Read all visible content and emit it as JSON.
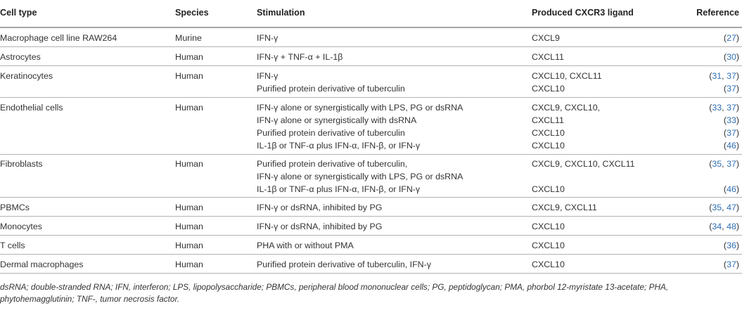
{
  "headers": {
    "cell_type": "Cell type",
    "species": "Species",
    "stimulation": "Stimulation",
    "ligand": "Produced CXCR3 ligand",
    "reference": "Reference"
  },
  "groups": [
    {
      "cell_type": "Macrophage cell line RAW264",
      "species": "Murine",
      "rows": [
        {
          "stimulation": "IFN-γ",
          "ligand": "CXCL9",
          "refs": [
            "27"
          ]
        }
      ]
    },
    {
      "cell_type": "Astrocytes",
      "species": "Human",
      "rows": [
        {
          "stimulation": "IFN-γ + TNF-α + IL-1β",
          "ligand": "CXCL11",
          "refs": [
            "30"
          ]
        }
      ]
    },
    {
      "cell_type": "Keratinocytes",
      "species": "Human",
      "rows": [
        {
          "stimulation": "IFN-γ",
          "ligand": "CXCL10, CXCL11",
          "refs": [
            "31",
            "37"
          ]
        },
        {
          "stimulation": "Purified protein derivative of tuberculin",
          "ligand": "CXCL10",
          "refs": [
            "37"
          ]
        }
      ]
    },
    {
      "cell_type": "Endothelial cells",
      "species": "Human",
      "rows": [
        {
          "stimulation": "IFN-γ alone or synergistically with LPS, PG or dsRNA",
          "ligand": "CXCL9, CXCL10,",
          "refs": [
            "33",
            "37"
          ]
        },
        {
          "stimulation": "IFN-γ alone or synergistically with dsRNA",
          "ligand": "CXCL11",
          "refs": [
            "33"
          ]
        },
        {
          "stimulation": "Purified protein derivative of tuberculin",
          "ligand": "CXCL10",
          "refs": [
            "37"
          ]
        },
        {
          "stimulation": "IL-1β or TNF-α plus IFN-α, IFN-β, or IFN-γ",
          "ligand": "CXCL10",
          "refs": [
            "46"
          ]
        }
      ]
    },
    {
      "cell_type": "Fibroblasts",
      "species": "Human",
      "rows": [
        {
          "stimulation": "Purified protein derivative of tuberculin,",
          "ligand": "CXCL9, CXCL10, CXCL11",
          "refs": [
            "35",
            "37"
          ]
        },
        {
          "stimulation": "IFN-γ alone or synergistically with LPS, PG or dsRNA",
          "ligand": "",
          "refs": []
        },
        {
          "stimulation": "IL-1β or TNF-α plus IFN-α, IFN-β, or IFN-γ",
          "ligand": "CXCL10",
          "refs": [
            "46"
          ]
        }
      ]
    },
    {
      "cell_type": "PBMCs",
      "species": "Human",
      "rows": [
        {
          "stimulation": "IFN-γ or dsRNA, inhibited by PG",
          "ligand": "CXCL9, CXCL11",
          "refs": [
            "35",
            "47"
          ]
        }
      ]
    },
    {
      "cell_type": "Monocytes",
      "species": "Human",
      "rows": [
        {
          "stimulation": "IFN-γ or dsRNA, inhibited by PG",
          "ligand": "CXCL10",
          "refs": [
            "34",
            "48"
          ]
        }
      ]
    },
    {
      "cell_type": "T cells",
      "species": "Human",
      "rows": [
        {
          "stimulation": "PHA with or without PMA",
          "ligand": "CXCL10",
          "refs": [
            "36"
          ]
        }
      ]
    },
    {
      "cell_type": "Dermal macrophages",
      "species": "Human",
      "rows": [
        {
          "stimulation": "Purified protein derivative of tuberculin, IFN-γ",
          "ligand": "CXCL10",
          "refs": [
            "37"
          ]
        }
      ]
    }
  ],
  "footnote": "dsRNA; double-stranded RNA; IFN, interferon; LPS, lipopolysaccharide; PBMCs, peripheral blood mononuclear cells; PG, peptidoglycan; PMA, phorbol 12-myristate 13-acetate; PHA, phytohemagglutinin; TNF-, tumor necrosis factor.",
  "colors": {
    "reference_link": "#2f6fb3",
    "rule": "#a6a6a6",
    "text": "#333333"
  }
}
